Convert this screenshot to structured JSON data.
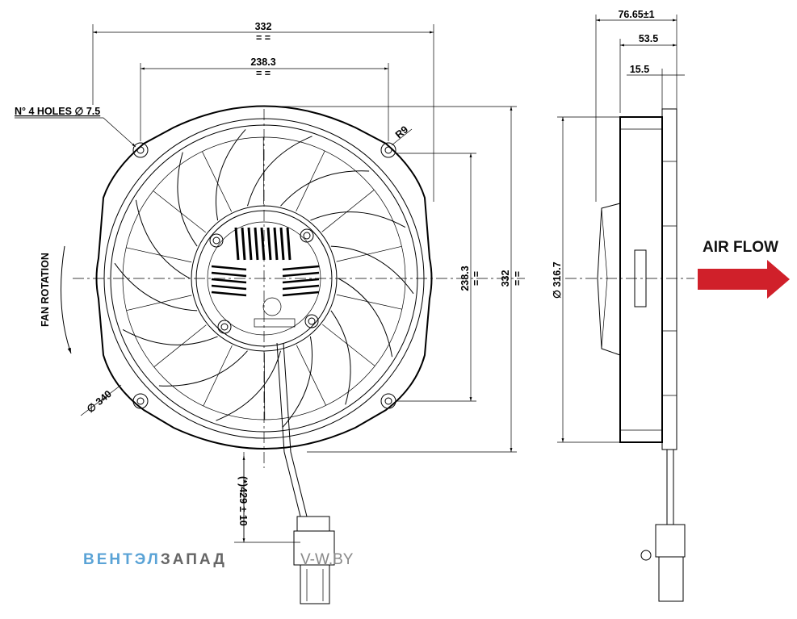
{
  "front_view": {
    "dim_overall_width": "332",
    "dim_hole_spacing_h": "238.3",
    "dim_hole_spacing_v": "238.3",
    "dim_overall_height": "332",
    "holes_label": "N° 4 HOLES ∅ 7.5",
    "radius_label": "R9",
    "diameter_label": "∅ 340",
    "rotation_label": "FAN ROTATION",
    "cable_length_label": "(*)429 ± 10",
    "symmetry_mark": "= ="
  },
  "side_view": {
    "dim_total_depth": "76.65±1",
    "dim_body_depth": "53.5",
    "dim_flange_depth": "15.5",
    "dim_diameter": "∅ 316.7",
    "airflow_label": "AIR FLOW"
  },
  "watermark": {
    "part1": "ВЕНТЭЛ",
    "part2": "ЗАПАД",
    "part3": "V-W.BY"
  },
  "colors": {
    "airflow_arrow": "#d0202a",
    "watermark_blue": "#5aa3d6",
    "watermark_grey": "#666666"
  }
}
